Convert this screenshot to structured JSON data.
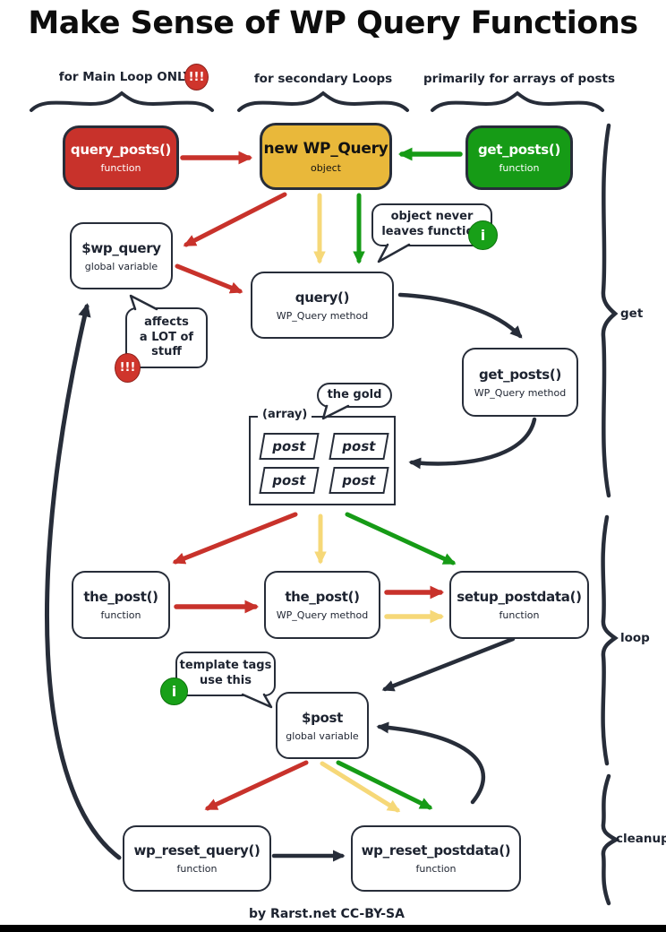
{
  "title": "Make Sense of WP Query Functions",
  "headers": [
    {
      "label": "for Main Loop ONLY",
      "badge": "!!!"
    },
    {
      "label": "for secondary Loops"
    },
    {
      "label": "primarily for arrays of posts"
    }
  ],
  "nodes": {
    "query_posts_fn": {
      "title": "query_posts()",
      "subtitle": "function"
    },
    "new_wp_query": {
      "title": "new WP_Query",
      "subtitle": "object"
    },
    "get_posts_fn": {
      "title": "get_posts()",
      "subtitle": "function"
    },
    "wp_query_var": {
      "title": "$wp_query",
      "subtitle": "global variable"
    },
    "query_method": {
      "title": "query()",
      "subtitle": "WP_Query method"
    },
    "get_posts_method": {
      "title": "get_posts()",
      "subtitle": "WP_Query method"
    },
    "the_post_fn": {
      "title": "the_post()",
      "subtitle": "function"
    },
    "the_post_method": {
      "title": "the_post()",
      "subtitle": "WP_Query method"
    },
    "setup_postdata_fn": {
      "title": "setup_postdata()",
      "subtitle": "function"
    },
    "post_var": {
      "title": "$post",
      "subtitle": "global variable"
    },
    "wp_reset_query_fn": {
      "title": "wp_reset_query()",
      "subtitle": "function"
    },
    "wp_reset_postdata_fn": {
      "title": "wp_reset_postdata()",
      "subtitle": "function"
    }
  },
  "array_box": {
    "label": "(array)",
    "items": [
      "post",
      "post",
      "post",
      "post"
    ]
  },
  "bubbles": {
    "object_never": {
      "lines": [
        "object never",
        "leaves function"
      ],
      "badge": "i"
    },
    "affects": {
      "lines": [
        "affects",
        "a LOT of",
        "stuff"
      ],
      "badge": "!!!"
    },
    "the_gold": {
      "lines": [
        "the gold"
      ]
    },
    "template_tags": {
      "lines": [
        "template tags",
        "use this"
      ],
      "badge": "i"
    }
  },
  "side_labels": {
    "get": "get",
    "loop": "loop",
    "cleanup": "cleanup"
  },
  "footer": {
    "credit": "by Rarst.net CC-BY-SA"
  },
  "colors": {
    "red": "#c8322b",
    "yellow": "#e9b83a",
    "yellow_arrow": "#f6d878",
    "green": "#169b16",
    "ink": "#272d39",
    "background": "#ffffff"
  }
}
